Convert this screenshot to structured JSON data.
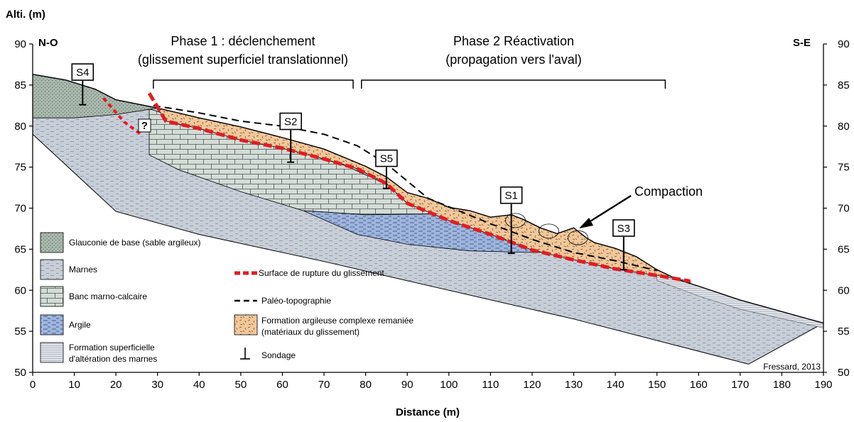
{
  "chart_data": {
    "type": "cross-section",
    "ylabel": "Alti. (m)",
    "xlabel": "Distance  (m)",
    "xlim": [
      0,
      190
    ],
    "ylim": [
      50,
      90
    ],
    "x_ticks": [
      "0",
      "10",
      "20",
      "30",
      "40",
      "50",
      "60",
      "70",
      "80",
      "90",
      "100",
      "110",
      "120",
      "130",
      "140",
      "150",
      "160",
      "170",
      "180",
      "190"
    ],
    "y_ticks": [
      "50",
      "55",
      "60",
      "65",
      "70",
      "75",
      "80",
      "85",
      "90"
    ],
    "left_label": "N-O",
    "right_label": "S-E",
    "phase1": {
      "line1": "Phase 1 : déclenchement",
      "line2": "(glissement superficiel translationnel)",
      "range": [
        29,
        77
      ]
    },
    "phase2": {
      "line1": "Phase 2 Réactivation",
      "line2": "(propagation vers l'aval)",
      "range": [
        79,
        152
      ]
    },
    "compaction_label": "Compaction",
    "unknown_mark": "?",
    "credit": "Fressard, 2013",
    "boreholes": [
      {
        "name": "S4",
        "x": 12,
        "top": 85.5,
        "bottom": 82.6
      },
      {
        "name": "S2",
        "x": 62,
        "top": 79.5,
        "bottom": 75.6
      },
      {
        "name": "S5",
        "x": 85,
        "top": 75.0,
        "bottom": 72.4
      },
      {
        "name": "S1",
        "x": 115,
        "top": 70.5,
        "bottom": 64.5
      },
      {
        "name": "S3",
        "x": 142,
        "top": 66.5,
        "bottom": 62.5
      }
    ],
    "topography": [
      [
        0,
        86.3
      ],
      [
        8,
        85.6
      ],
      [
        15,
        84.5
      ],
      [
        20,
        83.2
      ],
      [
        30,
        82.2
      ],
      [
        40,
        81
      ],
      [
        50,
        79.9
      ],
      [
        60,
        78.6
      ],
      [
        70,
        77.2
      ],
      [
        80,
        75.1
      ],
      [
        85,
        73.8
      ],
      [
        90,
        71.9
      ],
      [
        95,
        71.2
      ],
      [
        100,
        70.1
      ],
      [
        105,
        69.7
      ],
      [
        110,
        68.9
      ],
      [
        115,
        69.2
      ],
      [
        118,
        68.6
      ],
      [
        122,
        67.6
      ],
      [
        126,
        66.9
      ],
      [
        130,
        67.6
      ],
      [
        133,
        66.4
      ],
      [
        135,
        65.8
      ],
      [
        140,
        65.1
      ],
      [
        145,
        64.1
      ],
      [
        150,
        62.5
      ],
      [
        155,
        61.3
      ],
      [
        160,
        60.5
      ],
      [
        170,
        58.8
      ],
      [
        190,
        56
      ]
    ],
    "rupture_surface": [
      [
        28,
        84
      ],
      [
        32,
        80.6
      ],
      [
        40,
        79.7
      ],
      [
        50,
        78.3
      ],
      [
        60,
        77.3
      ],
      [
        70,
        76
      ],
      [
        78,
        74.8
      ],
      [
        85,
        73
      ],
      [
        90,
        70.6
      ],
      [
        100,
        68.5
      ],
      [
        110,
        66.8
      ],
      [
        120,
        64.9
      ],
      [
        130,
        63.7
      ],
      [
        140,
        62.6
      ],
      [
        150,
        61.8
      ],
      [
        158,
        61.1
      ]
    ],
    "rupture_surface_upper": [
      [
        17,
        83.4
      ],
      [
        22,
        80.5
      ],
      [
        26,
        79
      ]
    ],
    "paleo_topography": [
      [
        29,
        82.5
      ],
      [
        40,
        81.6
      ],
      [
        50,
        80.6
      ],
      [
        60,
        80
      ],
      [
        70,
        79
      ],
      [
        78,
        77.6
      ],
      [
        85,
        75.4
      ],
      [
        95,
        71.2
      ],
      [
        110,
        68.1
      ],
      [
        120,
        66.2
      ],
      [
        130,
        64.6
      ],
      [
        140,
        63.6
      ],
      [
        150,
        62.4
      ]
    ],
    "legend_left": [
      {
        "label": "Glauconie de base (sable argileux)"
      },
      {
        "label": "Marnes"
      },
      {
        "label": "Banc marno-calcaire"
      },
      {
        "label": "Argile"
      },
      {
        "label": "Formation superficielle",
        "label2": "d'altération des marnes"
      }
    ],
    "legend_right": [
      {
        "label": "Surface de rupture du glissement"
      },
      {
        "label": "Paléo-topographie"
      },
      {
        "label": "Formation argileuse complexe remaniée",
        "label2": "(matériaux du glissement)"
      },
      {
        "label": "Sondage"
      }
    ],
    "colors": {
      "glauconie": "#a9b9ad",
      "marnes": "#c8ced8",
      "banc": "#d3dcd6",
      "argile": "#9eb6df",
      "weathered": "#dfe2e8",
      "slide": "#f2c89a",
      "rupture": "#e31b23"
    }
  }
}
